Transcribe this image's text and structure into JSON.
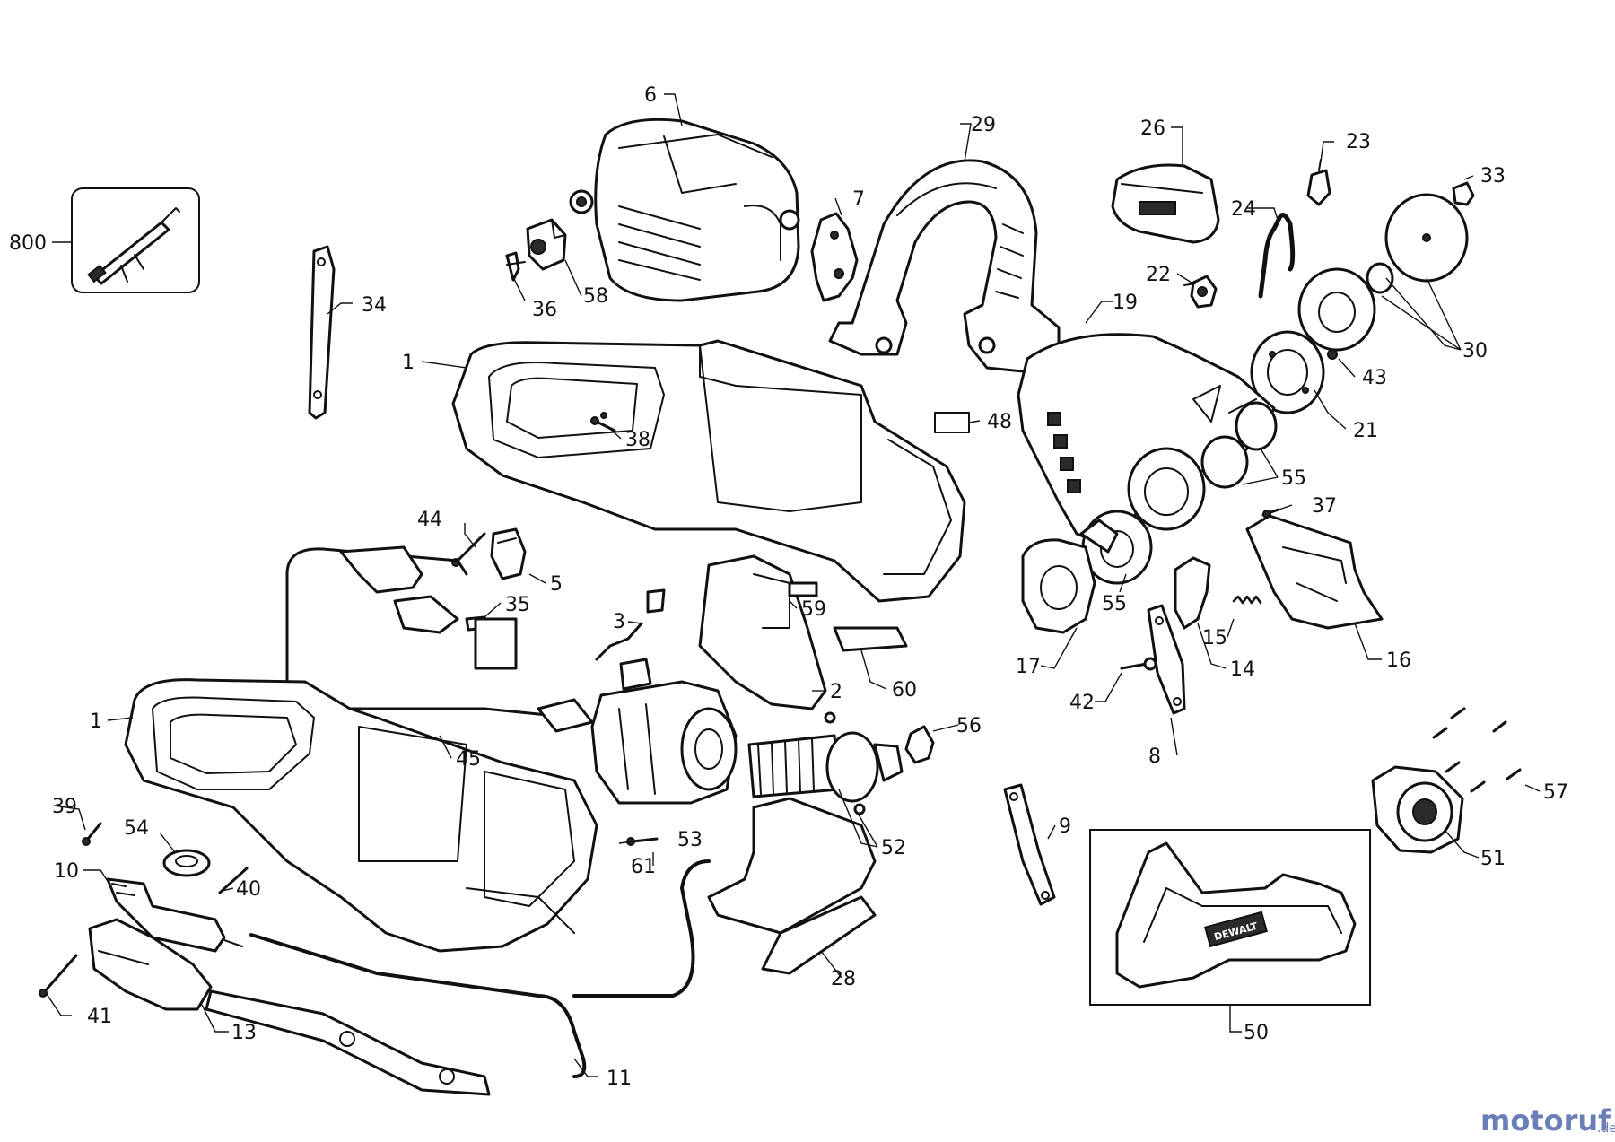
{
  "callouts": {
    "p1a": "1",
    "p1b": "1",
    "p2": "2",
    "p3": "3",
    "p5": "5",
    "p6": "6",
    "p7": "7",
    "p8": "8",
    "p9": "9",
    "p10": "10",
    "p11": "11",
    "p13": "13",
    "p14": "14",
    "p15": "15",
    "p16": "16",
    "p17": "17",
    "p19": "19",
    "p21": "21",
    "p22": "22",
    "p23": "23",
    "p24": "24",
    "p26": "26",
    "p28": "28",
    "p29": "29",
    "p30": "30",
    "p33": "33",
    "p34": "34",
    "p35": "35",
    "p36": "36",
    "p37": "37",
    "p38": "38",
    "p39": "39",
    "p40": "40",
    "p41": "41",
    "p42": "42",
    "p43": "43",
    "p44": "44",
    "p45": "45",
    "p48": "48",
    "p50": "50",
    "p51": "51",
    "p52": "52",
    "p53": "53",
    "p54": "54",
    "p55a": "55",
    "p55b": "55",
    "p56": "56",
    "p57": "57",
    "p58": "58",
    "p59": "59",
    "p60": "60",
    "p61": "61",
    "p800": "800"
  },
  "logo_text": "DEWALT",
  "watermark": {
    "name": "motoruf",
    "domain": ".de",
    "colors": {
      "primary": "#6a7fb8",
      "accent": "#e8a33a"
    }
  }
}
